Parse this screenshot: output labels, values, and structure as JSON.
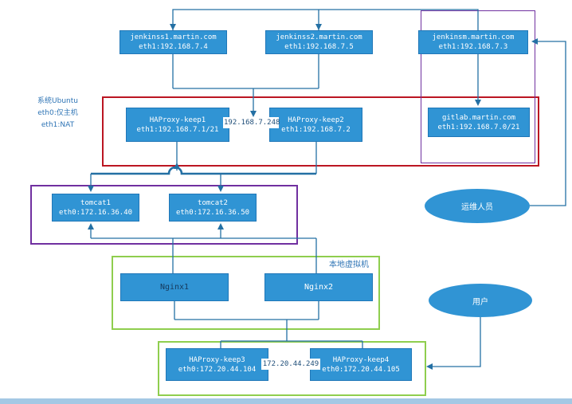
{
  "nodes": {
    "jenkinss1": {
      "name": "jenkinss1.martin.com",
      "ip": "eth1:192.168.7.4"
    },
    "jenkinss2": {
      "name": "jenkinss2.martin.com",
      "ip": "eth1:192.168.7.5"
    },
    "jenkinsm": {
      "name": "jenkinsm.martin.com",
      "ip": "eth1:192.168.7.3"
    },
    "haproxy1": {
      "name": "HAProxy-keep1",
      "ip": "eth1:192.168.7.1/21"
    },
    "haproxy2": {
      "name": "HAProxy-keep2",
      "ip": "eth1:192.168.7.2"
    },
    "gitlab": {
      "name": "gitlab.martin.com",
      "ip": "eth1:192.168.7.0/21"
    },
    "tomcat1": {
      "name": "tomcat1",
      "ip": "eth0:172.16.36.40"
    },
    "tomcat2": {
      "name": "tomcat2",
      "ip": "eth0:172.16.36.50"
    },
    "nginx1": {
      "name": "Nginx1"
    },
    "nginx2": {
      "name": "Nginx2"
    },
    "haproxy3": {
      "name": "HAProxy-keep3",
      "ip": "eth0:172.20.44.104"
    },
    "haproxy4": {
      "name": "HAProxy-keep4",
      "ip": "eth0:172.20.44.105"
    }
  },
  "vip_labels": {
    "top": "192.168.7.248",
    "bottom": "172.20.44.249"
  },
  "actors": {
    "ops": "运维人员",
    "user": "用户"
  },
  "annotations": {
    "system": "系统Ubuntu",
    "eth0": "eth0:仅主机",
    "eth1": "eth1:NAT",
    "local_vm": "本地虚拟机"
  },
  "colors": {
    "node_fill": "#3094d4",
    "node_border": "#2077b8",
    "connector": "#2470a4",
    "group_red": "#bb1622",
    "group_purple": "#7030a0",
    "group_green": "#8fce4e",
    "annotation_text": "#2e74b5",
    "vip_label_text": "#1f4e79",
    "nginx1_text": "#16395c",
    "bottom_bar": "#a4c8e4"
  }
}
